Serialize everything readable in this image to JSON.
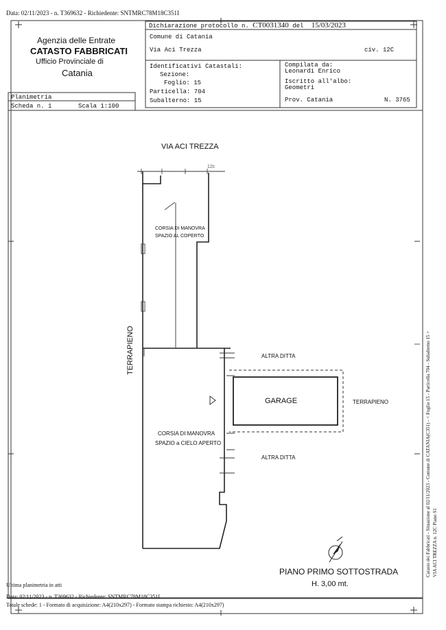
{
  "top_meta": "Data: 02/11/2023 - n. T369632 - Richiedente: SNTMRC78M18C351I",
  "agency": {
    "line1": "Agenzia delle Entrate",
    "line2": "CATASTO FABBRICATI",
    "line3": "Ufficio Provinciale di",
    "line4": "Catania"
  },
  "dichiarazione": {
    "label": "Dichiarazione protocollo n.",
    "number": "CT0031340",
    "del_label": "del",
    "date": "15/03/2023"
  },
  "comune": "Comune di Catania",
  "address": "Via Aci Trezza",
  "civico": "civ. 12C",
  "identificativi": {
    "title": "Identificativi Catastali:",
    "sezione": "Sezione:",
    "foglio": "Foglio: 15",
    "particella": "Particella: 704",
    "subalterno": "Subalterno: 15"
  },
  "compilata": {
    "title": "Compilata da:",
    "name": "Leonardi Enrico",
    "iscritto": "Iscritto all'albo:",
    "albo": "Geometri",
    "prov": "Prov. Catania",
    "num": "N. 3765"
  },
  "planimetria": {
    "title": "Planimetria",
    "scheda": "Scheda n. 1",
    "scala": "Scala 1:100"
  },
  "plan": {
    "street": "VIA ACI TREZZA",
    "civic_mark": "12c",
    "corsia1_line1": "CORSIA DI MANOVRA",
    "corsia1_line2": "SPAZIO AL COPERTO",
    "terrapieno_left": "TERRAPIENO",
    "altra_ditta_top": "ALTRA DITTA",
    "garage": "GARAGE",
    "terrapieno_right": "TERRAPIENO",
    "corsia2_line1": "CORSIA DI MANOVRA",
    "corsia2_line2": "SPAZIO a CIELO APERTO",
    "altra_ditta_bottom": "ALTRA DITTA",
    "piano": "PIANO PRIMO SOTTOSTRADA",
    "altezza": "H. 3,00 mt."
  },
  "side_text_1": "Catasto dei Fabbricati - Situazione al 02/11/2023 - Comune di CATANIA(C351) - < Foglio 15 - Particella 704 - Subalterno 15 >",
  "side_text_2": "VIA ACI TREZZA n. 12C Piano S1",
  "footer": {
    "ultima": "Ultima planimetria in atti",
    "line1": "Data: 02/11/2023 - n. T369632 - Richiedente: SNTMRC78M18C351I",
    "line2": "Totale schede: 1 - Formato di acquisizione: A4(210x297) - Formato stampa richiesto: A4(210x297)"
  }
}
